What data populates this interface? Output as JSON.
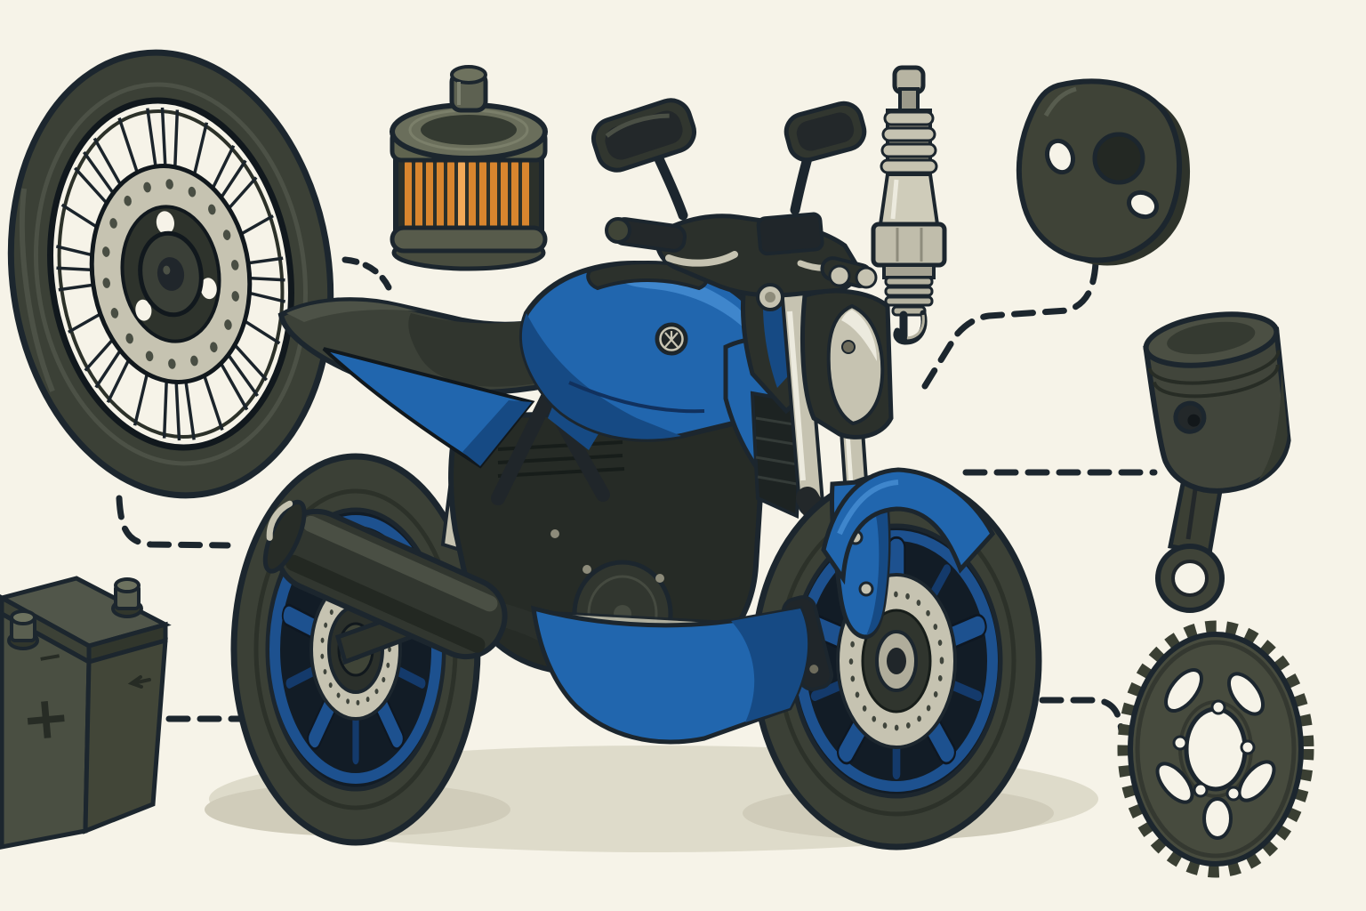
{
  "scene": {
    "kind": "motorcycle-parts-illustration",
    "parts": [
      {
        "name": "spoked-wheel-with-brake-disc"
      },
      {
        "name": "oil-filter"
      },
      {
        "name": "spark-plug"
      },
      {
        "name": "engine-mount-plate"
      },
      {
        "name": "piston-and-connecting-rod"
      },
      {
        "name": "rear-sprocket"
      },
      {
        "name": "battery"
      },
      {
        "name": "motorcycle"
      }
    ],
    "connectors": [
      {
        "name": "wheel-to-bike"
      },
      {
        "name": "filter-to-bike"
      },
      {
        "name": "plate-to-bike"
      },
      {
        "name": "piston-to-bike"
      },
      {
        "name": "sprocket-to-bike"
      },
      {
        "name": "battery-to-bike"
      }
    ]
  },
  "battery": {
    "positive_label": "+",
    "negative_label": "−"
  },
  "colors": {
    "bg": "#f6f3e8",
    "outline": "#1c262e",
    "tire": "#3b4036",
    "tire-hi": "#4c5146",
    "dark": "#464a3e",
    "dark-hi": "#575c4e",
    "dark-lo": "#343830",
    "metal": "#c6c3b1",
    "metal-hi": "#eceade",
    "metal-lo": "#8d8b7a",
    "blue": "#2166ae",
    "blue-dk": "#164a84",
    "blue-hi": "#3f86cc",
    "blue-rim": "#1d518f",
    "orange": "#d8852e",
    "orange-hi": "#f2a958",
    "engine": "#262b26",
    "seat": "#30352e",
    "shadow": "#dcd8c6"
  }
}
